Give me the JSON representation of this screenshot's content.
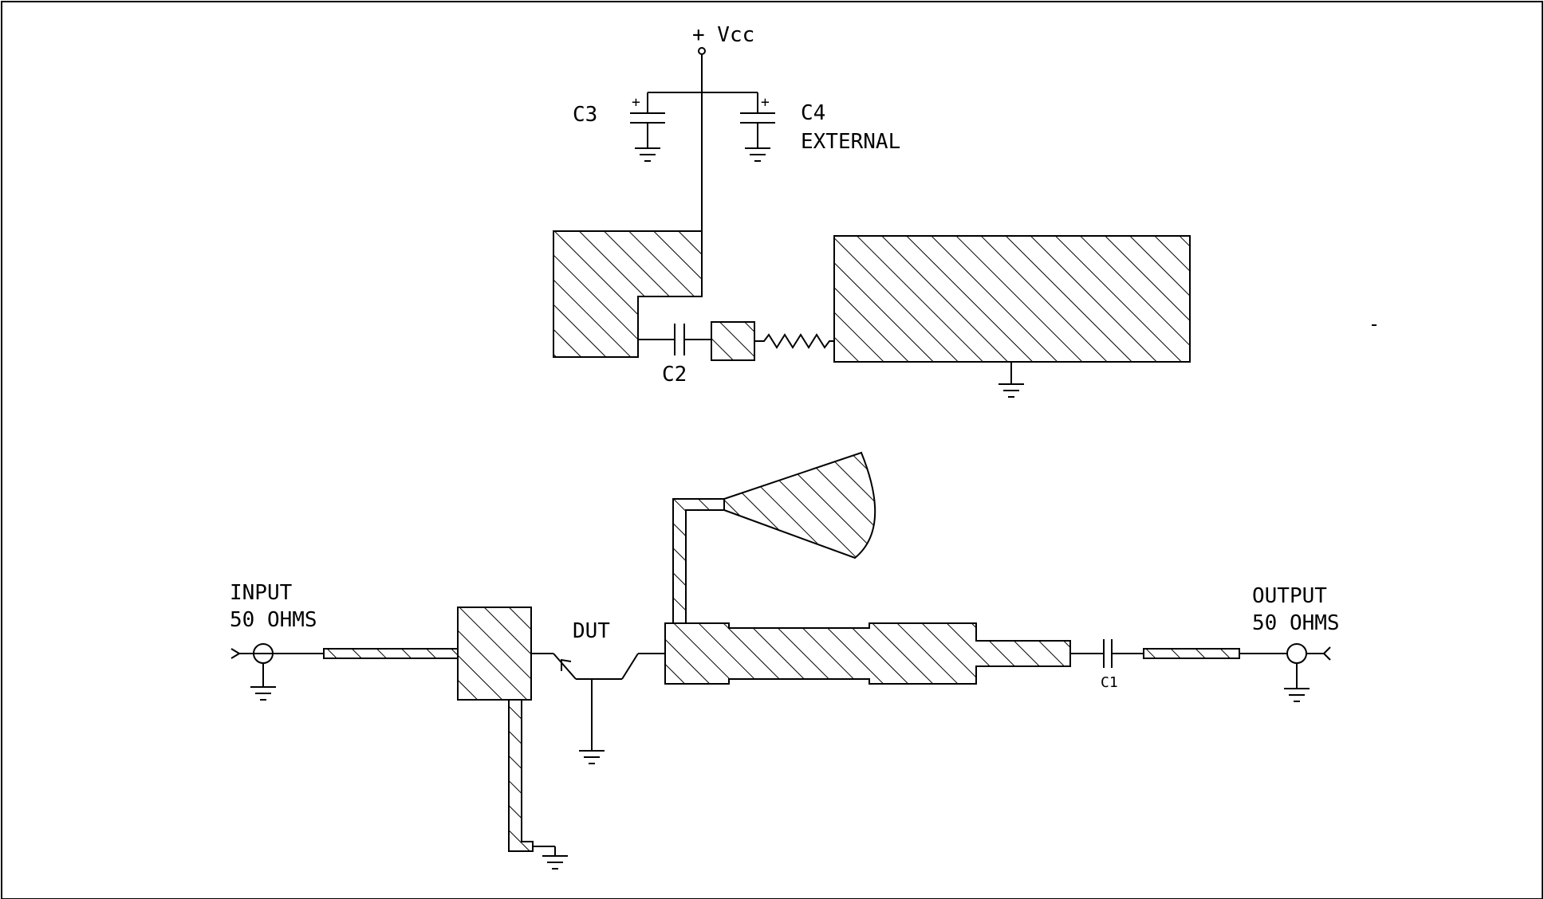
{
  "labels": {
    "vcc": "+ Vcc",
    "c3": "C3",
    "c4": "C4",
    "external": "EXTERNAL",
    "c2": "C2",
    "input_line1": "INPUT",
    "input_line2": "50 OHMS",
    "dut": "DUT",
    "output_line1": "OUTPUT",
    "output_line2": "50 OHMS",
    "c1": "C1",
    "cap_plus": "+"
  },
  "colors": {
    "line": "#000000",
    "background": "#ffffff"
  }
}
